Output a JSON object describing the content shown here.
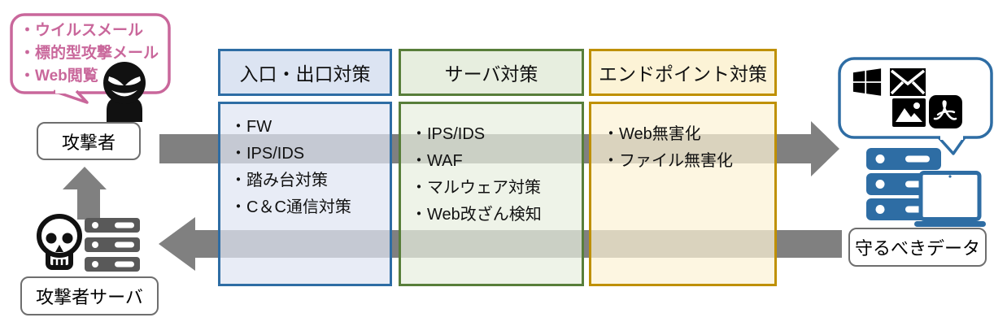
{
  "attack_sources": {
    "items": [
      "・ウイルスメール",
      "・標的型攻撃メール",
      "・Web閲覧"
    ]
  },
  "attacker": {
    "label": "攻撃者"
  },
  "attacker_server": {
    "label": "攻撃者サーバ"
  },
  "columns": [
    {
      "title": "入口・出口対策",
      "items": [
        "・FW",
        "・IPS/IDS",
        "・踏み台対策",
        "・C＆C通信対策"
      ],
      "border_color": "#2e6da4",
      "fill_color": "#dce4f2"
    },
    {
      "title": "サーバ対策",
      "items": [
        "・IPS/IDS",
        "・WAF",
        "・マルウェア対策",
        "・Web改ざん検知"
      ],
      "border_color": "#587e3a",
      "fill_color": "#e7eedf"
    },
    {
      "title": "エンドポイント対策",
      "items": [
        "・Web無害化",
        "・ファイル無害化"
      ],
      "border_color": "#bf9000",
      "fill_color": "#fcf3d6"
    }
  ],
  "protected_data": {
    "label": "守るべきデータ",
    "icons": [
      "windows-icon",
      "mail-icon",
      "image-icon",
      "pdf-icon",
      "server-icon",
      "laptop-icon"
    ]
  },
  "colors": {
    "arrow_gray": "#808080",
    "attacker_pink": "#c9679b",
    "device_blue": "#2e6da4",
    "server_dark_gray": "#595959"
  }
}
